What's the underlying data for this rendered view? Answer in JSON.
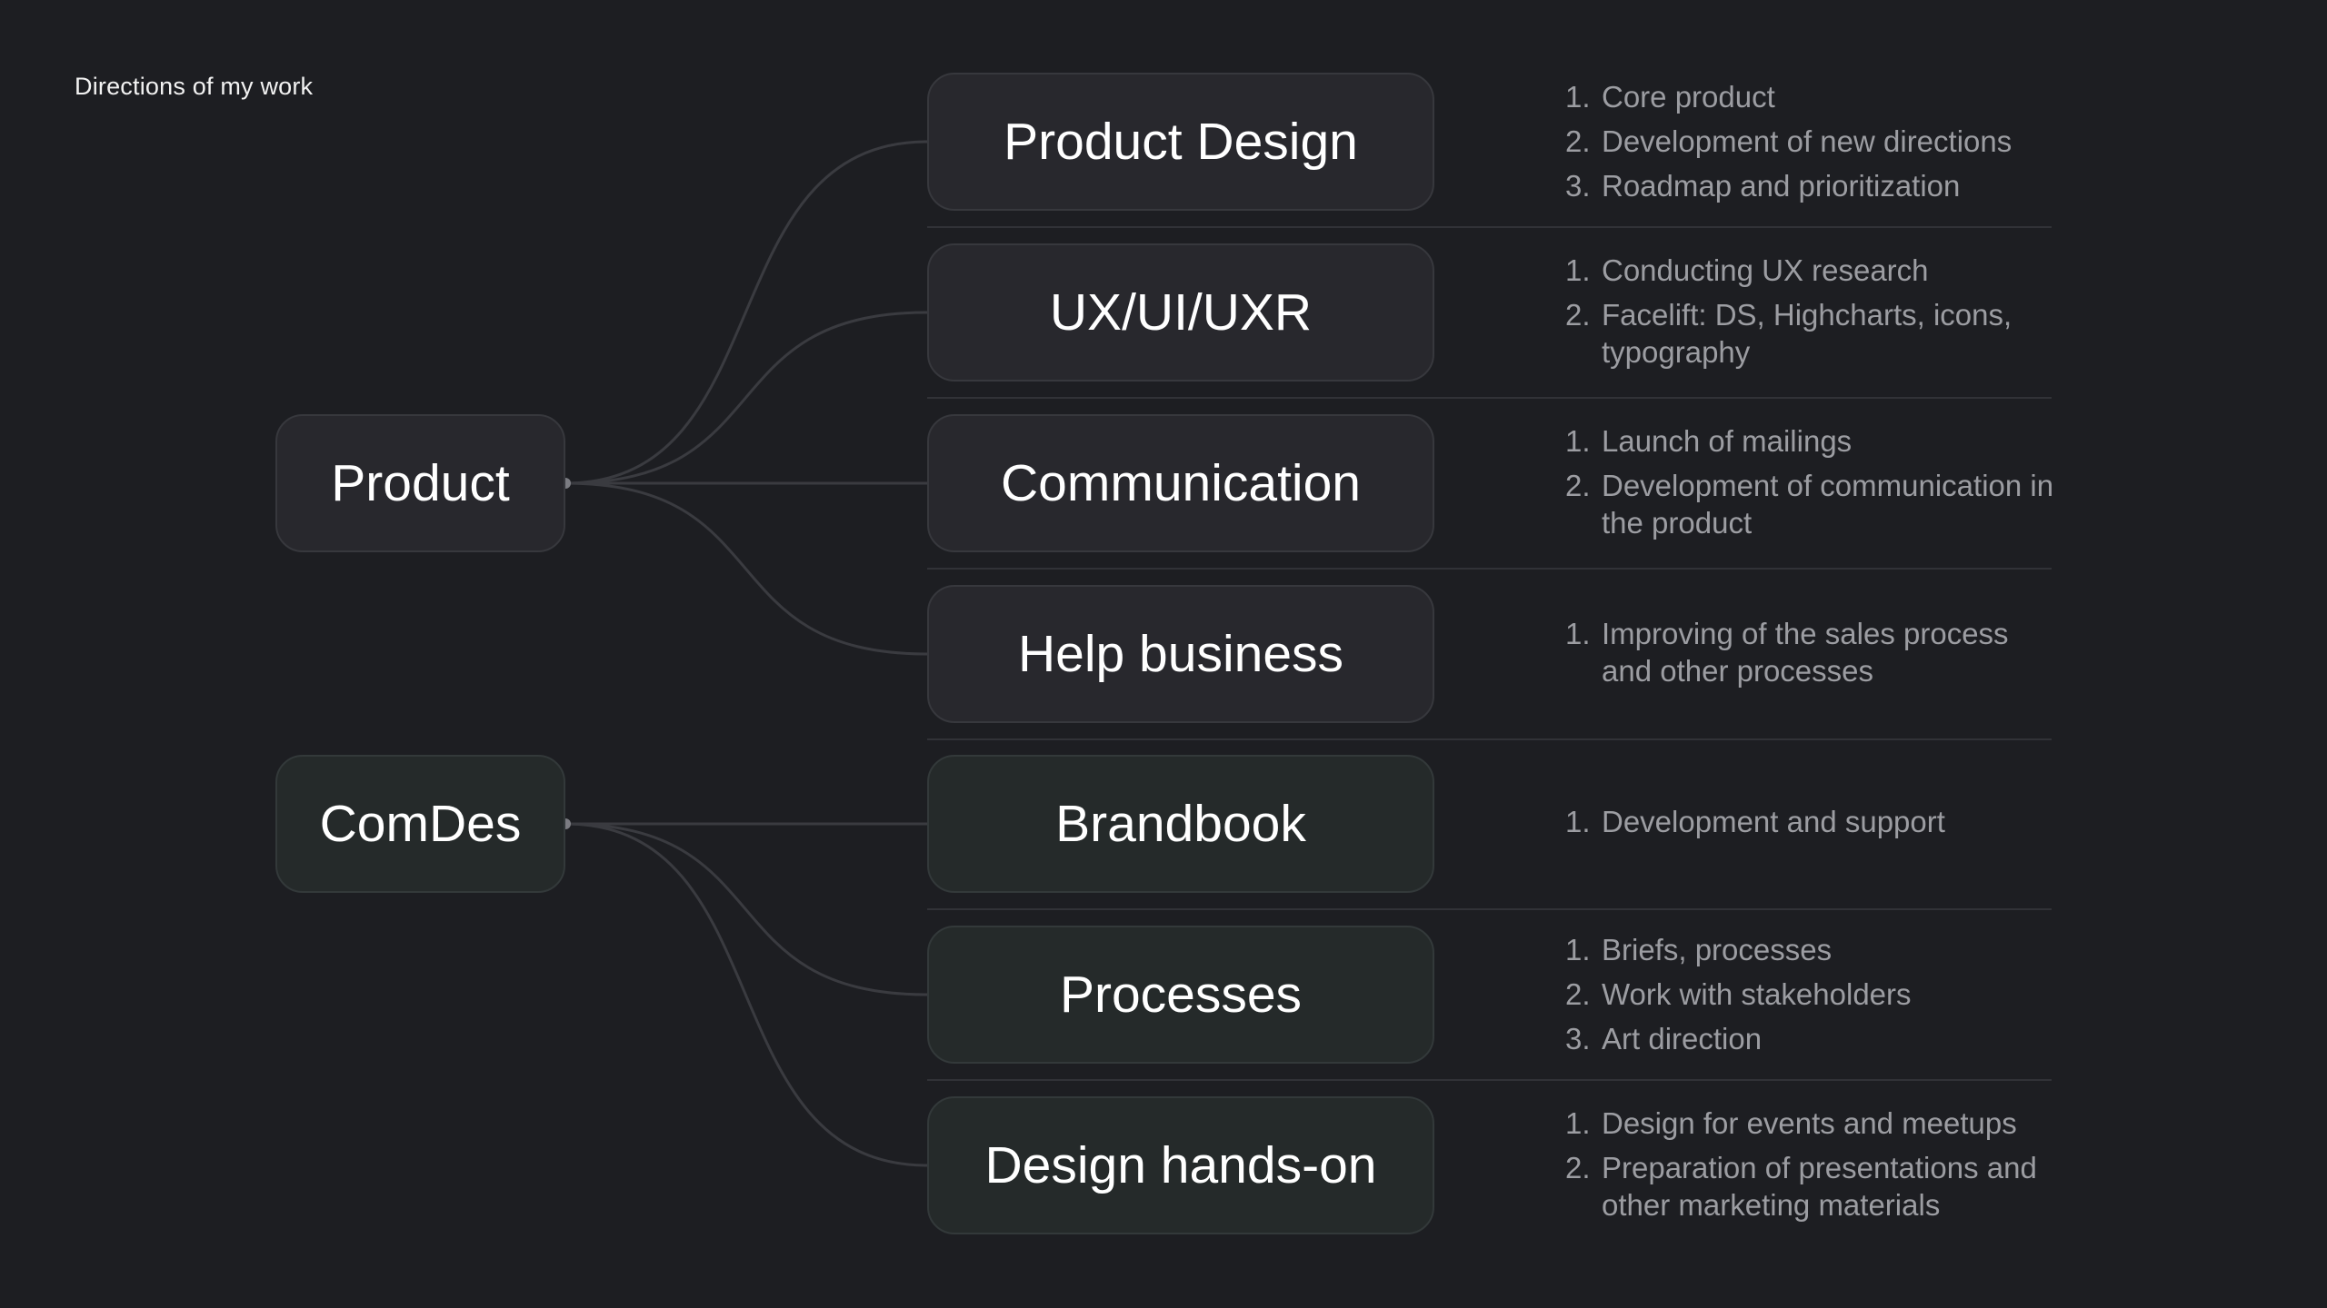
{
  "title": "Directions of my work",
  "roots": [
    {
      "label": "Product"
    },
    {
      "label": "ComDes"
    }
  ],
  "children": [
    {
      "label": "Product Design",
      "items": [
        "Core product",
        "Development of new directions",
        "Roadmap and prioritization"
      ]
    },
    {
      "label": "UX/UI/UXR",
      "items": [
        "Conducting UX research",
        "Facelift: DS, Highcharts, icons, typography"
      ]
    },
    {
      "label": "Communication",
      "items": [
        "Launch of mailings",
        "Development of communication in the product"
      ]
    },
    {
      "label": "Help business",
      "items": [
        "Improving of the sales process and other processes"
      ]
    },
    {
      "label": "Brandbook",
      "items": [
        "Development and support"
      ]
    },
    {
      "label": "Processes",
      "items": [
        "Briefs, processes",
        "Work with stakeholders",
        "Art direction"
      ]
    },
    {
      "label": "Design hands-on",
      "items": [
        "Design for events and meetups",
        "Preparation of presentations and other marketing materials"
      ]
    }
  ],
  "colors": {
    "background": "#1d1e22",
    "product_node": "#28282d",
    "comdes_node": "#252a2a",
    "connector": "#3a3b40",
    "list_text": "#9c9da2"
  }
}
